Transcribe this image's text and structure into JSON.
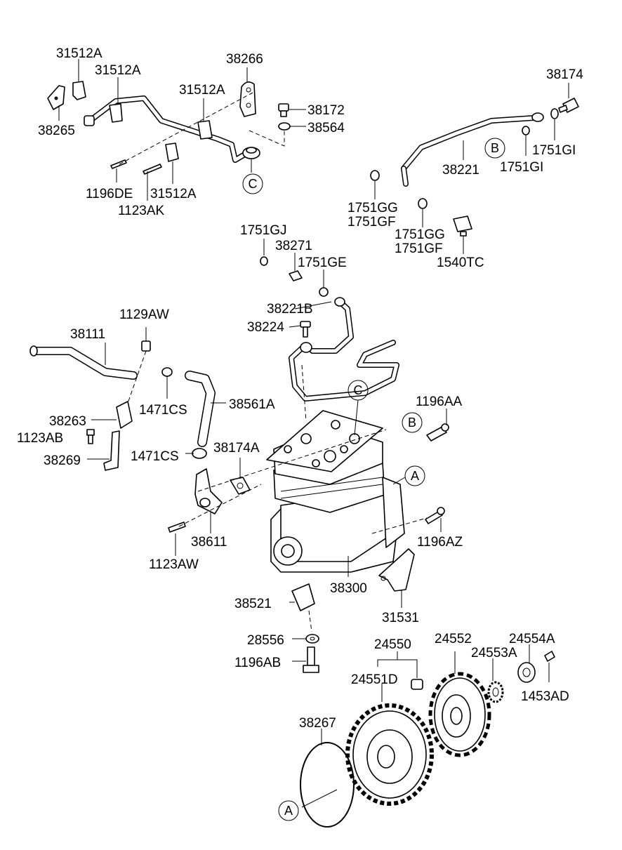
{
  "part_labels": {
    "p31512a_1": "31512A",
    "p31512a_2": "31512A",
    "p38266": "38266",
    "p31512a_3": "31512A",
    "p38172": "38172",
    "p38564": "38564",
    "p38265": "38265",
    "p1196de": "1196DE",
    "p31512a_4": "31512A",
    "p1123ak": "1123AK",
    "p38174": "38174",
    "p1751gi_1": "1751GI",
    "p1751gi_2": "1751GI",
    "p38221": "38221",
    "p1751gg_1": "1751GG",
    "p1751gf_1": "1751GF",
    "p1751gg_2": "1751GG",
    "p1751gf_2": "1751GF",
    "p1540tc": "1540TC",
    "p1751gj": "1751GJ",
    "p38271": "38271",
    "p1751ge": "1751GE",
    "p38221b": "38221B",
    "p38224": "38224",
    "p1129aw": "1129AW",
    "p38111": "38111",
    "p1471cs_1": "1471CS",
    "p38561a": "38561A",
    "p38263": "38263",
    "p1123ab": "1123AB",
    "p38269": "38269",
    "p1471cs_2": "1471CS",
    "p38174a": "38174A",
    "p1196aa": "1196AA",
    "p38611": "38611",
    "p1123aw": "1123AW",
    "p1196az": "1196AZ",
    "p38300": "38300",
    "p38521": "38521",
    "p31531": "31531",
    "p28556": "28556",
    "p1196ab": "1196AB",
    "p24550": "24550",
    "p24552": "24552",
    "p24554a": "24554A",
    "p24553a": "24553A",
    "p24551d": "24551D",
    "p1453ad": "1453AD",
    "p38267": "38267"
  },
  "reference_markers": {
    "c_top": "C",
    "b_left": "B",
    "c_engine": "C",
    "b_engine": "B",
    "a_engine": "A",
    "a_bottom": "A"
  }
}
